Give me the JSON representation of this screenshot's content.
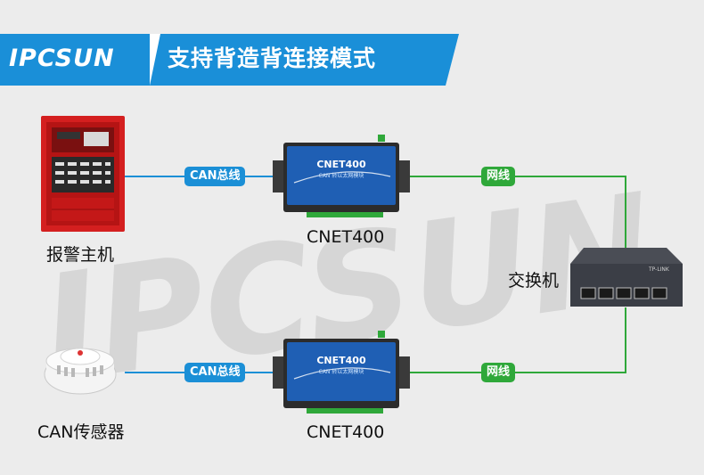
{
  "header": {
    "brand": "IPCSUN",
    "title": "支持背造背连接模式"
  },
  "watermark": "IPCSUN",
  "devices": {
    "fire_panel": {
      "label": "报警主机"
    },
    "smoke_sensor": {
      "label": "CAN传感器"
    },
    "cnet_top": {
      "label": "CNET400",
      "model_text": "CNET400",
      "sub_text": "CAN 转以太网模块"
    },
    "cnet_bottom": {
      "label": "CNET400",
      "model_text": "CNET400",
      "sub_text": "CAN 转以太网模块"
    },
    "switch": {
      "label": "交换机",
      "brand_text": "TP-LINK"
    }
  },
  "links": {
    "can_top": "CAN总线",
    "can_bottom": "CAN总线",
    "net_top": "网线",
    "net_bottom": "网线"
  },
  "colors": {
    "can_line": "#1b8fd6",
    "net_line": "#2fa83a",
    "banner": "#1a8fd8"
  }
}
